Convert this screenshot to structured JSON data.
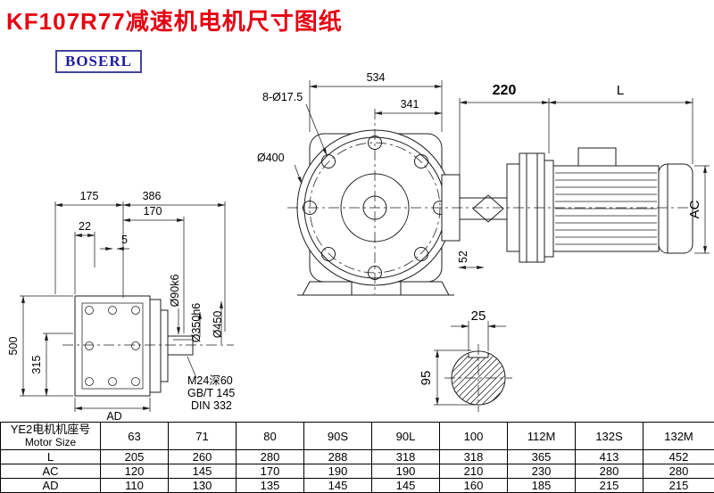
{
  "title": "KF107R77减速机电机尺寸图纸",
  "brand": "BOSERL",
  "colors": {
    "title": "#e60012",
    "brand": "#1b1b9e",
    "line": "#1c1c1c"
  },
  "drawing": {
    "front": {
      "width_total": "534",
      "width_inner": "341",
      "bolt_holes": "8-Ø17.5",
      "flange_dia": "Ø400",
      "dim_52": "52"
    },
    "motor": {
      "adapter_len": "220",
      "length_label": "L",
      "diameter_label": "AC"
    },
    "side": {
      "dim_175": "175",
      "dim_386": "386",
      "dim_170": "170",
      "dim_22": "22",
      "dim_5": "5",
      "dim_500": "500",
      "dim_315": "315",
      "shaft_dia": "Ø90k6",
      "spigot_dia": "Ø350h6",
      "flange_od": "Ø450",
      "thread_spec": "M24深60",
      "standard_1": "GB/T 145",
      "standard_2": "DIN 332",
      "ad_label": "AD"
    },
    "shaft_section": {
      "key_width": "25",
      "height": "95"
    }
  },
  "table": {
    "row_header_line1": "YE2电机机座号",
    "row_header_line2": "Motor Size",
    "columns": [
      "63",
      "71",
      "80",
      "90S",
      "90L",
      "100",
      "112M",
      "132S",
      "132M"
    ],
    "rows": [
      {
        "label": "L",
        "values": [
          "205",
          "260",
          "280",
          "288",
          "318",
          "318",
          "365",
          "413",
          "452"
        ]
      },
      {
        "label": "AC",
        "values": [
          "120",
          "145",
          "170",
          "190",
          "190",
          "210",
          "230",
          "280",
          "280"
        ]
      },
      {
        "label": "AD",
        "values": [
          "110",
          "130",
          "135",
          "145",
          "145",
          "160",
          "185",
          "215",
          "215"
        ]
      }
    ]
  }
}
